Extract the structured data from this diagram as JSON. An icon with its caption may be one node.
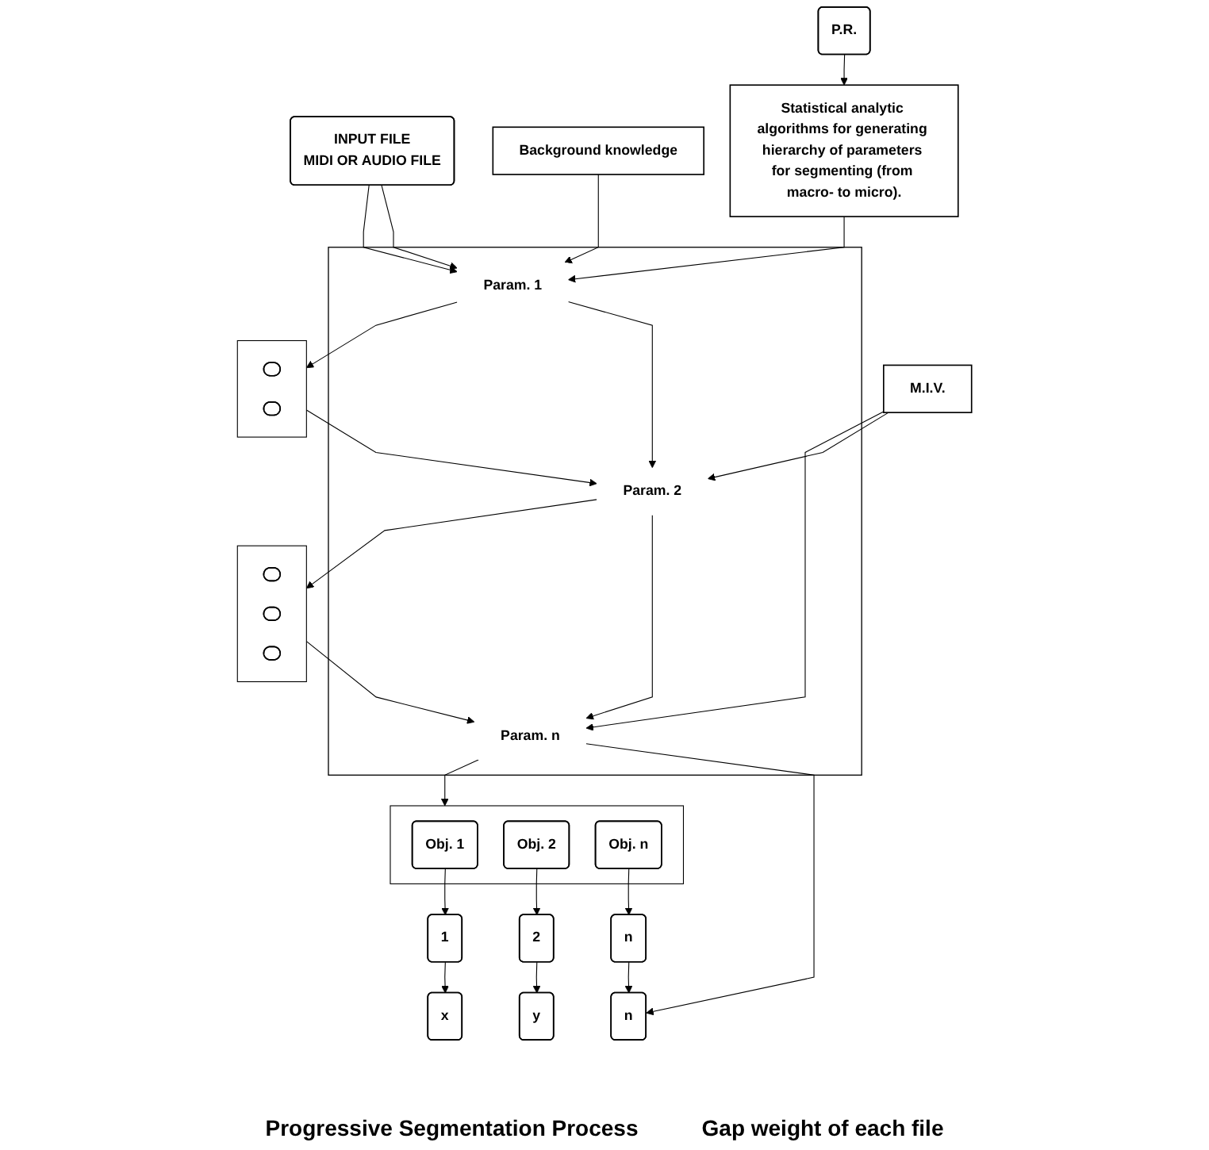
{
  "diagram": {
    "nodes": [
      {
        "text": [
          "INPUT FILE",
          "MIDI OR AUDIO FILE"
        ]
      },
      {
        "text": [
          "Background knowledge"
        ]
      },
      {
        "text": [
          "Statistical analytic algorithms for generating hierarchy of parameters for segmenting (from macro- to micro)."
        ]
      },
      {
        "text": [],
        "shape": "box"
      },
      {
        "text": [
          "M.I.V."
        ]
      },
      {
        "text": [
          "Param. 1"
        ],
        "in": 3
      },
      {
        "text": [],
        "shape": "box"
      },
      {
        "text": [],
        "shape": "oval",
        "in": 6
      },
      {
        "text": [],
        "shape": "oval",
        "in": 6
      },
      {
        "text": [
          "Param. 2"
        ],
        "in": 3
      },
      {
        "text": [],
        "shape": "box"
      },
      {
        "text": [],
        "shape": "oval",
        "in": 10
      },
      {
        "text": [],
        "shape": "oval",
        "in": 10
      },
      {
        "text": [],
        "shape": "oval",
        "in": 10
      },
      {
        "text": [
          "P.R."
        ]
      },
      {
        "text": [
          "Param. n"
        ],
        "in": 3
      },
      {
        "text": [],
        "shape": "box"
      },
      {
        "text": [
          "Obj. 1"
        ],
        "in": 16
      },
      {
        "text": [
          "Obj. 2"
        ],
        "in": 16
      },
      {
        "text": [
          "Obj. n"
        ],
        "in": 16
      },
      {
        "text": [
          "1"
        ]
      },
      {
        "text": [
          "2"
        ]
      },
      {
        "text": [
          "n"
        ]
      },
      {
        "text": [
          "x"
        ]
      },
      {
        "text": [
          "y"
        ]
      },
      {
        "text": [
          "n"
        ]
      }
    ],
    "edges": [
      {
        "from": 0,
        "to": 5,
        "arrow": "to"
      },
      {
        "from": 1,
        "to": 5,
        "arrow": "to"
      },
      {
        "from": 2,
        "to": 5,
        "arrow": "to"
      },
      {
        "from": 0,
        "to": 5,
        "arrow": "to"
      },
      {
        "from": 14,
        "to": 2,
        "arrow": "to"
      },
      {
        "from": 5,
        "to": 6,
        "arrow": "to"
      },
      {
        "from": 6,
        "to": 9,
        "arrow": "to"
      },
      {
        "from": 5,
        "to": 9,
        "arrow": "to"
      },
      {
        "from": 4,
        "to": 9,
        "arrow": "to"
      },
      {
        "from": 9,
        "to": 10,
        "arrow": "to"
      },
      {
        "from": 10,
        "to": 15,
        "arrow": "to"
      },
      {
        "from": 9,
        "to": 15,
        "arrow": "to"
      },
      {
        "from": 4,
        "to": 15,
        "arrow": "to"
      },
      {
        "from": 15,
        "to": 16,
        "arrow": "to"
      },
      {
        "from": 15,
        "to": 25,
        "arrow": "to"
      },
      {
        "from": 17,
        "to": 20,
        "arrow": "to"
      },
      {
        "from": 18,
        "to": 21,
        "arrow": "to"
      },
      {
        "from": 19,
        "to": 22,
        "arrow": "to"
      },
      {
        "from": 20,
        "to": 23,
        "arrow": "to"
      },
      {
        "from": 21,
        "to": 24,
        "arrow": "to"
      },
      {
        "from": 22,
        "to": 25,
        "arrow": "to"
      }
    ],
    "labels": [
      "Progressive Segmentation Process",
      "Gap weight of each file"
    ]
  }
}
